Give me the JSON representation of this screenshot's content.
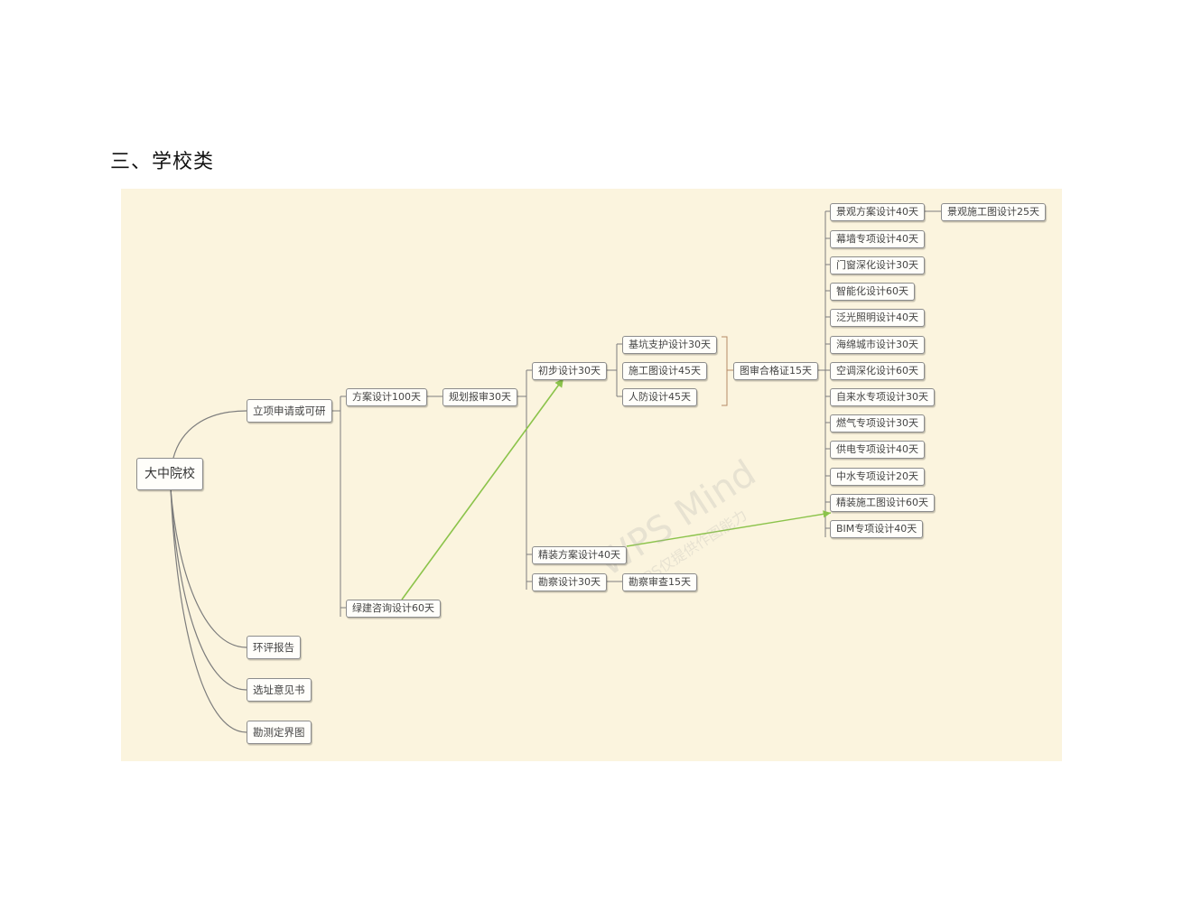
{
  "page": {
    "title": "三、学校类"
  },
  "watermark": {
    "main": "WPS Mind",
    "sub": "WPS仅提供作图能力"
  },
  "colors": {
    "panel": "#fbf4de",
    "edge": "#7d7d7d",
    "bracket": "#b48a66",
    "arrow": "#8bc34a"
  },
  "mindmap": {
    "root": "大中院校",
    "nodes": {
      "lixiang": "立项申请或可研",
      "huanping": "环评报告",
      "xuanzhi": "选址意见书",
      "kance_dingjie": "勘测定界图",
      "fangan": "方案设计100天",
      "guihua": "规划报审30天",
      "lvjian": "绿建咨询设计60天",
      "chubu": "初步设计30天",
      "jingzhuang_fangan": "精装方案设计40天",
      "kancha": "勘察设计30天",
      "kancha_shencha": "勘察审查15天",
      "jikeng": "基坑支护设计30天",
      "shigongtu": "施工图设计45天",
      "renfang": "人防设计45天",
      "tushen": "图审合格证15天",
      "jingguan_fangan": "景观方案设计40天",
      "jingguan_shigong": "景观施工图设计25天",
      "muqiang": "幕墙专项设计40天",
      "menchuang": "门窗深化设计30天",
      "zhineng": "智能化设计60天",
      "fanguang": "泛光照明设计40天",
      "haimian": "海绵城市设计30天",
      "kongtiao": "空调深化设计60天",
      "zilaishui": "自来水专项设计30天",
      "ranqi": "燃气专项设计30天",
      "gongdian": "供电专项设计40天",
      "zhongshui": "中水专项设计20天",
      "jingzhuang_shigong": "精装施工图设计60天",
      "bim": "BIM专项设计40天"
    }
  }
}
